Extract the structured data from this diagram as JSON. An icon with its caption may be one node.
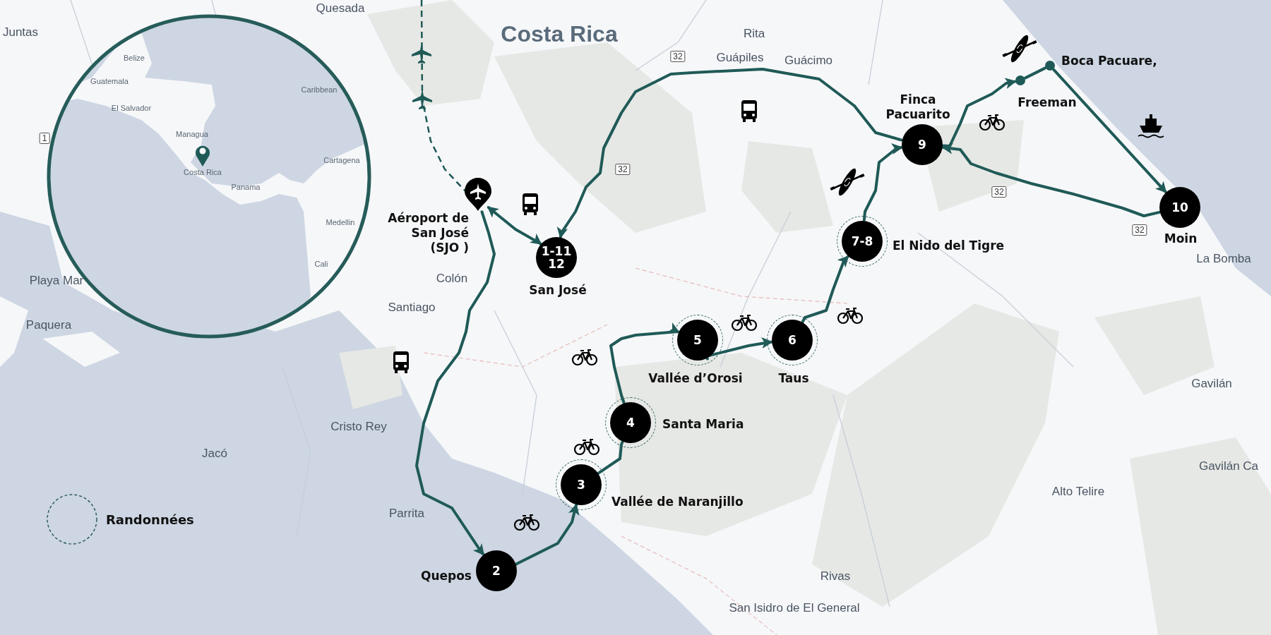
{
  "diagram": {
    "title": "Costa Rica",
    "nodes": [
      {
        "text": [
          "Aéroport de San José (SJO )"
        ]
      },
      {
        "text": [
          "1-11 12",
          "San José"
        ]
      },
      {
        "text": [
          "2",
          "Quepos"
        ]
      },
      {
        "text": [
          "3",
          "Vallée de Naranjillo"
        ]
      },
      {
        "text": [
          "4",
          "Santa Maria"
        ]
      },
      {
        "text": [
          "5",
          "Vallée d’Orosi"
        ]
      },
      {
        "text": [
          "6",
          "Taus"
        ]
      },
      {
        "text": [
          "7-8",
          "El Nido del Tigre"
        ]
      },
      {
        "text": [
          "Finca Pacuarito",
          "9"
        ]
      },
      {
        "text": [
          "Freeman"
        ]
      },
      {
        "text": [
          "Boca Pacuare,"
        ]
      },
      {
        "text": [
          "10",
          "Moin"
        ]
      }
    ],
    "edges": [
      {
        "from": null,
        "to": 0,
        "arrow": "none",
        "style": "dashed"
      },
      {
        "from": 0,
        "to": 1,
        "arrow": "both"
      },
      {
        "from": 0,
        "to": 2,
        "arrow": "to"
      },
      {
        "from": 2,
        "to": 3,
        "arrow": "to"
      },
      {
        "from": 3,
        "to": 4,
        "arrow": "none"
      },
      {
        "from": 4,
        "to": 5,
        "arrow": "to"
      },
      {
        "from": 5,
        "to": 6,
        "arrow": "to"
      },
      {
        "from": 6,
        "to": 7,
        "arrow": "to"
      },
      {
        "from": 7,
        "to": 8,
        "arrow": "to"
      },
      {
        "from": 8,
        "to": 9,
        "arrow": "to"
      },
      {
        "from": 9,
        "to": 10,
        "arrow": "none"
      },
      {
        "from": 10,
        "to": 11,
        "arrow": "to"
      },
      {
        "from": 11,
        "to": 8,
        "arrow": "to"
      },
      {
        "from": 8,
        "to": 1,
        "arrow": "to"
      }
    ],
    "labels": [
      "Quesada",
      "Juntas",
      "Rita",
      "Belize",
      "32",
      "Guápiles",
      "Guácimo",
      "Guatemala",
      "Caribbean",
      "El Salvador",
      "Managua",
      "1",
      "Costa Rica",
      "Cartagena",
      "32",
      "32",
      "Panama",
      "32",
      "Medellin",
      "La Bomba",
      "Colón",
      "Cali",
      "Playa Mar",
      "Santiago",
      "Paquera",
      "Gavilán",
      "Cristo Rey",
      "Jacó",
      "Gavilán Ca",
      "Alto Telire",
      "Parrita",
      "Rivas",
      "San Isidro de El General"
    ],
    "legend": [
      {
        "text": "Randonnées"
      }
    ]
  }
}
